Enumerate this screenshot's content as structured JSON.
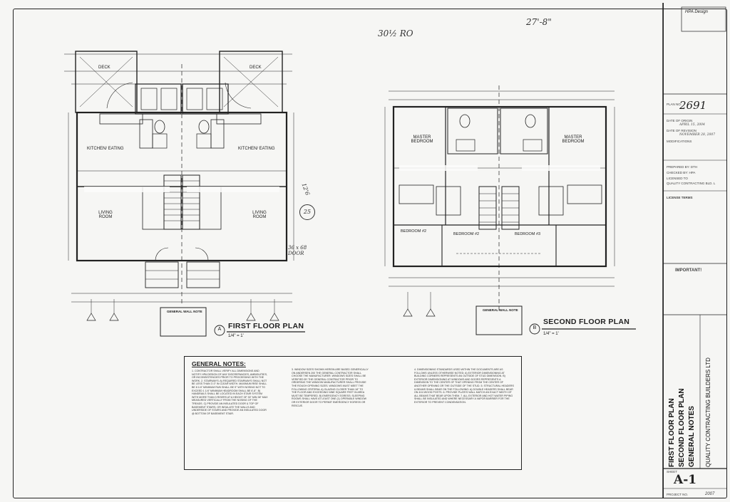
{
  "plans": {
    "first": {
      "title": "FIRST FLOOR PLAN",
      "scale": "1/4\" = 1'",
      "marker": "A"
    },
    "second": {
      "title": "SECOND FLOOR PLAN",
      "scale": "1/4\" = 1'",
      "marker": "B"
    }
  },
  "rooms": {
    "deck": "DECK",
    "kitchen": "KITCHEN/ EATING",
    "living": "LIVING ROOM",
    "master": "MASTER BEDROOM",
    "bed2": "BEDROOM #2",
    "bed3": "BEDROOM #3"
  },
  "handwritten": {
    "top1": "30½ RO",
    "top2": "27'-8\"",
    "side": "12'6",
    "circle": "25",
    "door": "36 x 68 DOOR"
  },
  "notes": {
    "title": "GENERAL NOTES:",
    "col1": "1. CONTRACTOR SHALL VERIFY ALL DIMENSIONS AND NOTIFY HPA DESIGN OF ANY DISCREPANCIES, AMBIGUITIES, OR INCONSISTENCIES PRIOR TO PROCEEDING WITH THE WORK. 2. STAIRWAYS: A) REQUIRED STAIRWAYS SHALL NOT BE LESS THAN 3'-0\" IN CLEAR WIDTH. MAXIMUM RISE SHALL BE 8 1/4\" MINIMUM RUN SHALL BE 9\" WITH NOSING NOT TO EXCEED 1 1/4\" MINIMUM HEADROOM SHALL BE 6'-8\". B) HANDRAILS SHALL BE LOCATED IN EACH STAIR SYSTEM WITH MORE THAN 3 RISERS AT A HEIGHT OF 30\" MIN 38\" MAX MEASURED VERTICALLY FROM THE NOSING OF THE TREADS. C) PROVIDE AN INSULATED DOOR & TOP OF BASEMENT STAIRS, OR INSULATE THE WALLS AND UNDERSIDE OF STAIRS AND PROVIDE AN INSULATED DOOR @ BOTTOM OF BASEMENT STAIR.",
    "col2": "3. WINDOW SIZES SHOWN HEREIN ARE BASED GENERICALLY ON ANDERSEN 200 THE GENERAL CONTRACTOR SHALL CHOOSE THE MANUFACTURER. WINDOWS SIZES SHALL BE VERIFIED BY THE GENERAL CONTRACTOR PRIOR TO ORDERING THE WINDOW MANUFACTURER SHALL PROVIDE THE ROUGH OPENING SIZES. WINDOWS MUST MEET THE FOLLOWING CRITERIA: A) GLAZING CLOSER THAN 18\" TO THE FLOOR AND EXCEEDING NINE SQUARE FEET IN AREA MUST BE TEMPERED. B) EMERGENCY EGRESS: SLEEPING ROOMS SHALL HAVE AT LEAST ONE (1) OPERABLE WINDOW OR EXTERIOR DOOR TO PERMIT EMERGENCY EGRESS OR RESCUE.",
    "col3": "4. DIMENSIONING STANDARDS USED WITHIN THE DOCUMENTS ARE AS FOLLOWS UNLESS OTHERWISE NOTED: A) EXTERIOR DIMENSIONING AT BUILDING CORNERS REPRESENTS AN OUTSIDE OF STUD DIMENSION. B) EXTERIOR DIMENSIONING AT WINDOWS AND DOORS REPRESENTS A DIMENSION TO THE CENTER OF THAT OPENING FROM THE CENTER OF ANOTHER OPENING OR THE OUTSIDE OF THE STUD. 5. STRUCTURAL HEADERS & BEAMS SHALL BEAR ON THE FOLLOWING: A) DOUBLE HEADERS SHALL BEAR ON 4X4 WOOD POSTS. 6. PROVIDE PLATES WALL MATCH AN EXACT WIDTH OF ALL BEAMS THAT BEAR UPON THEM. 7. ALL EXTERIOR AND HOT WATER PIPING SHALL BE INSULATED AND WHERE NECESSARY A VAPOR BARRIER FOR THE EXTERIOR TO PREVENT CONDENSATION."
  },
  "titleblock": {
    "company": "HPA Design",
    "plan_label": "PLAN NO.",
    "plan_no": "2691",
    "date_origin_label": "DATE OF ORIGIN",
    "date_origin": "APRIL 15, 2004",
    "date_revision_label": "DATE OF REVISION",
    "date_revision": "NOVEMBER 28, 2007",
    "modifications_label": "MODIFICATIONS",
    "prepared_by": "PREPARED BY: DTH",
    "checked_by": "CHECKED BY: HPA",
    "licensed_to_label": "LICENSED TO",
    "licensed_to": "QUALITY CONTRACTING BLD. L",
    "license_terms": "LICENSE TERMS",
    "important": "IMPORTANT!",
    "sheet_title_1": "FIRST FLOOR PLAN",
    "sheet_title_2": "SECOND FLOOR PLAN",
    "sheet_title_3": "GENERAL NOTES",
    "builder": "QUALITY CONTRACTING BUILDERS LTD",
    "sheet_label": "SHEET",
    "sheet_no": "A-1",
    "project_label": "PROJECT NO.",
    "project_no": "2007"
  },
  "wall_notes": {
    "left": "GENERAL WALL NOTE",
    "right": "GENERAL WALL NOTE"
  }
}
